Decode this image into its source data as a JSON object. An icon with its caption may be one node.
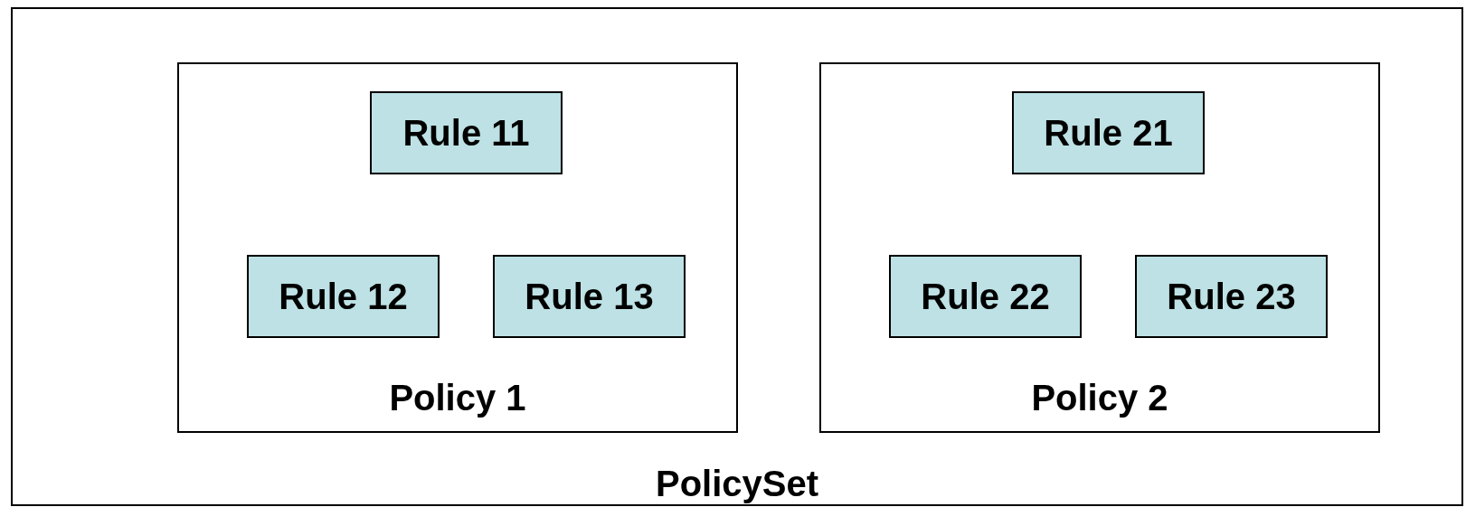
{
  "diagram": {
    "nodes": [
      {
        "text": [
          "PolicySet"
        ]
      },
      {
        "text": [
          "Policy 1"
        ],
        "in": 0
      },
      {
        "text": [
          "Rule 11"
        ],
        "in": 1
      },
      {
        "text": [
          "Rule 12"
        ],
        "in": 1
      },
      {
        "text": [
          "Rule 13"
        ],
        "in": 1
      },
      {
        "text": [
          "Policy 2"
        ],
        "in": 0
      },
      {
        "text": [
          "Rule 21"
        ],
        "in": 5
      },
      {
        "text": [
          "Rule 22"
        ],
        "in": 5
      },
      {
        "text": [
          "Rule 23"
        ],
        "in": 5
      }
    ]
  }
}
